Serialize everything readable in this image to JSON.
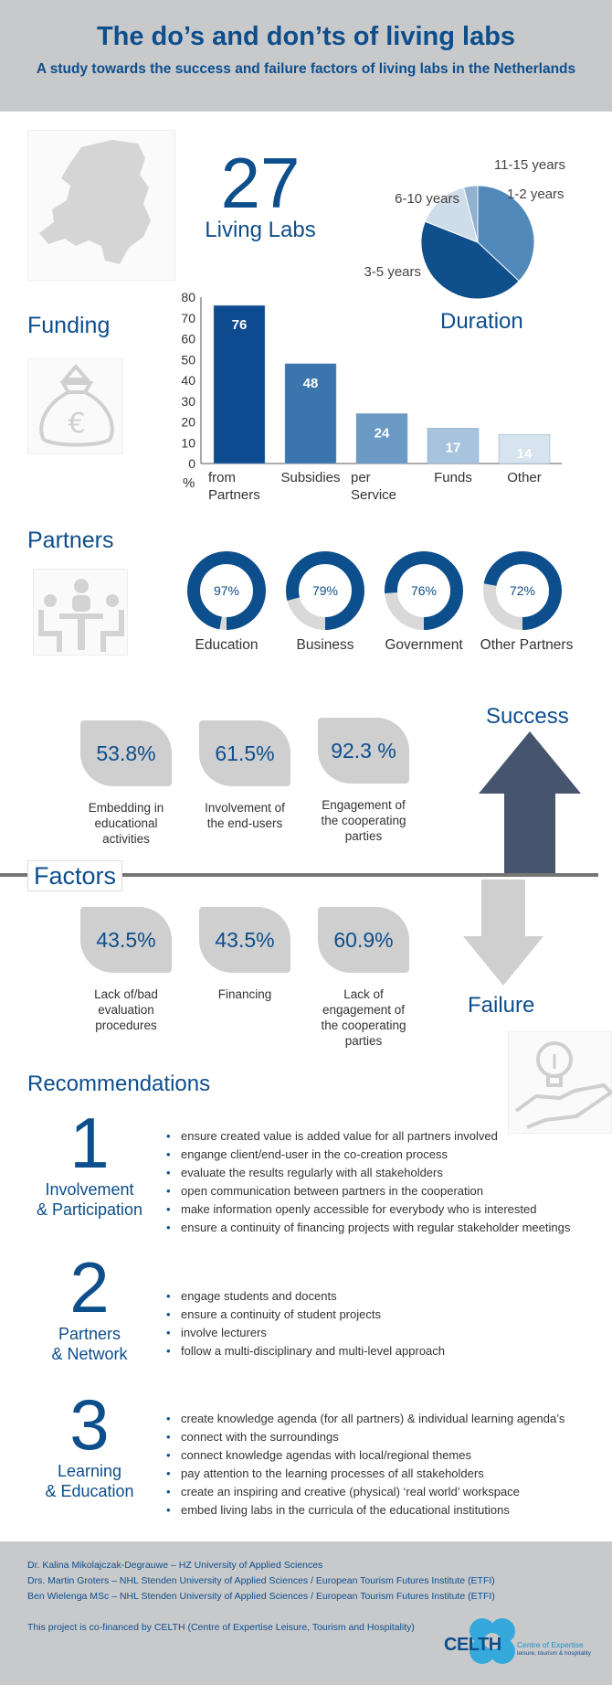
{
  "header": {
    "title": "The do’s and don’ts of living labs",
    "subtitle": "A study towards the success and failure factors of living labs in the Netherlands"
  },
  "overview": {
    "count": "27",
    "count_label": "Living Labs",
    "funding_title": "Funding",
    "duration_title": "Duration"
  },
  "chart_data": [
    {
      "type": "pie",
      "title": "Duration",
      "categories": [
        "1-2 years",
        "3-5 years",
        "6-10 years",
        "11-15 years"
      ],
      "values": [
        37,
        44,
        15,
        4
      ],
      "colors": [
        "#5189ba",
        "#0f4f8c",
        "#cfdcea",
        "#8fb0cf"
      ]
    },
    {
      "type": "bar",
      "title": "Funding",
      "categories": [
        "from Partners",
        "Subsidies",
        "per Service",
        "Funds",
        "Other"
      ],
      "category_lines": [
        [
          "from",
          "Partners"
        ],
        [
          "Subsidies"
        ],
        [
          "per",
          "Service"
        ],
        [
          "Funds"
        ],
        [
          "Other"
        ]
      ],
      "values": [
        76,
        48,
        24,
        17,
        14
      ],
      "colors": [
        "#0d4a8f",
        "#3a76ad",
        "#6b9ac5",
        "#a7c3dd",
        "#d7e3ef"
      ],
      "yticks": [
        "0",
        "10",
        "20",
        "30",
        "40",
        "50",
        "60",
        "70",
        "80"
      ],
      "ylim": [
        0,
        80
      ],
      "ylabel": "%"
    },
    {
      "type": "pie",
      "title": "Partners",
      "categories": [
        "Education",
        "Business",
        "Government",
        "Other Partners"
      ],
      "values": [
        97,
        79,
        76,
        72
      ],
      "value_labels": [
        "97%",
        "79%",
        "76%",
        "72%"
      ]
    }
  ],
  "partners": {
    "title": "Partners"
  },
  "factors": {
    "title": "Factors",
    "success_label": "Success",
    "failure_label": "Failure",
    "success": [
      {
        "value": "53.8%",
        "label": [
          "Embedding in",
          "educational",
          "activities"
        ]
      },
      {
        "value": "61.5%",
        "label": [
          "Involvement of",
          "the end-users"
        ]
      },
      {
        "value": "92.3 %",
        "label": [
          "Engagement of",
          "the cooperating",
          "parties"
        ]
      }
    ],
    "failure": [
      {
        "value": "43.5%",
        "label": [
          "Lack of/bad",
          "evaluation",
          "procedures"
        ]
      },
      {
        "value": "43.5%",
        "label": [
          "Financing"
        ]
      },
      {
        "value": "60.9%",
        "label": [
          "Lack of",
          "engagement of",
          "the cooperating",
          "parties"
        ]
      }
    ]
  },
  "recommendations": {
    "title": "Recommendations",
    "groups": [
      {
        "number": "1",
        "label": [
          "Involvement",
          "& Participation"
        ],
        "items": [
          "ensure created value is added value for all partners involved",
          "engange client/end-user in the co-creation process",
          "evaluate the results regularly with all stakeholders",
          "open communication between partners in the cooperation",
          "make information openly accessible for everybody who is interested",
          "ensure a continuity of financing projects with regular stakeholder meetings"
        ]
      },
      {
        "number": "2",
        "label": [
          "Partners",
          "& Network"
        ],
        "items": [
          "engage students and docents",
          "ensure a continuity of student projects",
          "involve lecturers",
          "follow a multi-disciplinary and multi-level approach"
        ]
      },
      {
        "number": "3",
        "label": [
          "Learning",
          "& Education"
        ],
        "items": [
          "create knowledge agenda (for all partners) & individual learning agenda’s",
          "connect with the surroundings",
          "connect knowledge agendas with local/regional themes",
          "pay attention to the learning processes of all stakeholders",
          "create an inspiring and creative (physical) ‘real world’ workspace",
          "embed living labs in the curricula of the educational institutions"
        ]
      }
    ]
  },
  "footer": {
    "authors": [
      "Dr. Kalina Mikolajczak-Degrauwe – HZ University of Applied Sciences",
      "Drs. Martin Groters – NHL Stenden University of Applied Sciences / European Tourism Futures Institute (ETFI)",
      "Ben Wielenga MSc – NHL Stenden University of Applied Sciences / European Tourism Futures Institute (ETFI)"
    ],
    "cofinance": "This project is co-financed by CELTH (Centre of Expertise Leisure, Tourism and Hospitality)",
    "logo_text": "CELTH",
    "logo_tagline_1": "Centre of Expertise",
    "logo_tagline_2": "leisure, tourism & hospitality"
  },
  "icons": [
    "netherlands-map-icon",
    "money-bag-icon",
    "meeting-people-icon",
    "lightbulb-hand-icon"
  ],
  "colors": {
    "brand_blue": "#0d4e8c",
    "header_grey": "#c8c9cb",
    "card_grey": "#cfcfd0",
    "arrow_dark": "#46546d",
    "arrow_light": "#cfcfd0"
  }
}
